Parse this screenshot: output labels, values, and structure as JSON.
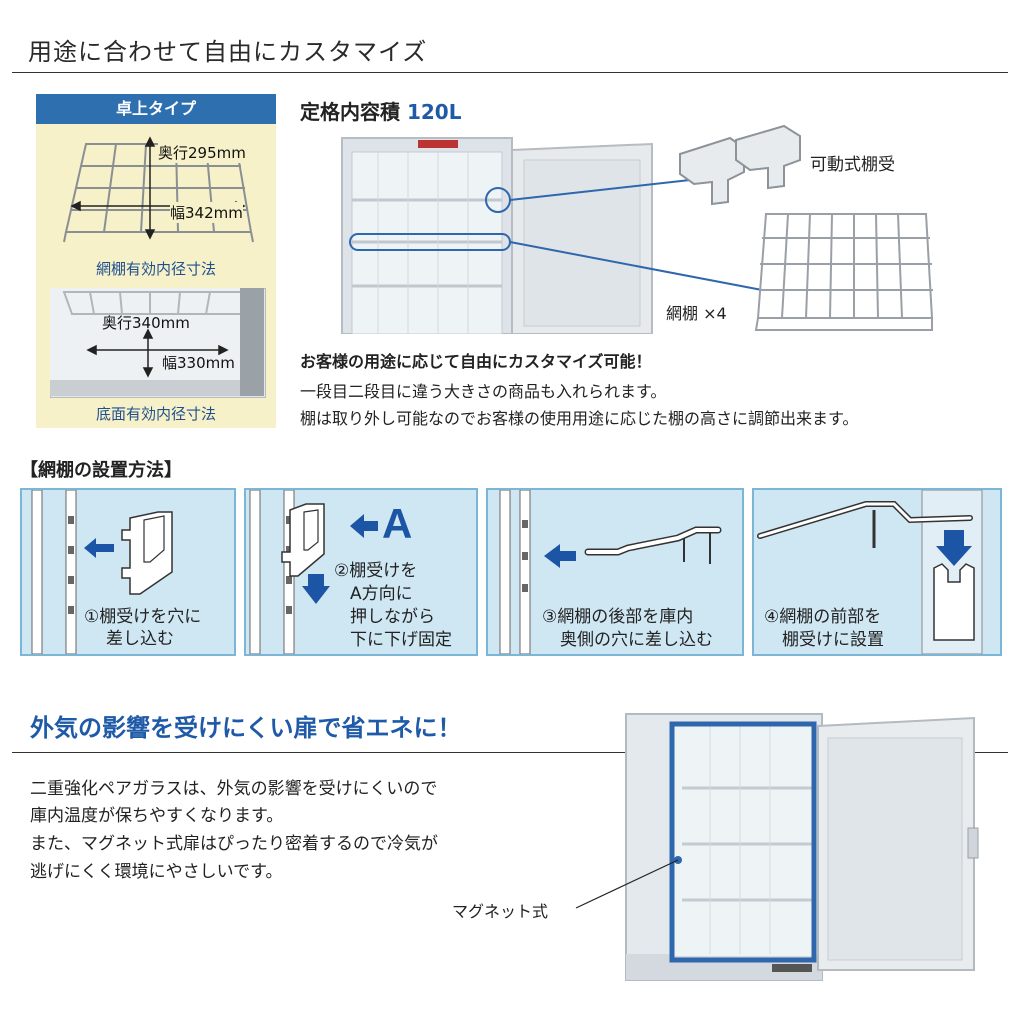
{
  "header": {
    "title": "用途に合わせて自由にカスタマイズ"
  },
  "dimensions": {
    "tab_label": "卓上タイプ",
    "shelf": {
      "depth": "奥行295mm",
      "width": "幅342mm",
      "caption": "網棚有効内径寸法"
    },
    "bottom": {
      "depth": "奥行340mm",
      "width": "幅330mm",
      "caption": "底面有効内径寸法"
    }
  },
  "capacity": {
    "label": "定格内容積",
    "value": "120L"
  },
  "callouts": {
    "movable_bracket": "可動式棚受",
    "shelf_count": "網棚 ×4"
  },
  "customize": {
    "headline": "お客様の用途に応じて自由にカスタマイズ可能！",
    "line1": "一段目二段目に違う大きさの商品も入れられます。",
    "line2": "棚は取り外し可能なのでお客様の使用用途に応じた棚の高さに調節出来ます。"
  },
  "install": {
    "title": "【網棚の設置方法】",
    "steps": [
      {
        "lines": [
          "①棚受けを穴に",
          "差し込む"
        ]
      },
      {
        "lines": [
          "②棚受けを",
          "A方向に",
          "押しながら",
          "下に下げ固定"
        ],
        "marker": "A"
      },
      {
        "lines": [
          "③網棚の後部を庫内",
          "奥側の穴に差し込む"
        ]
      },
      {
        "lines": [
          "④網棚の前部を",
          "棚受けに設置"
        ]
      }
    ]
  },
  "energy": {
    "title": "外気の影響を受けにくい扉で省エネに！",
    "line1": "二重強化ペアガラスは、外気の影響を受けにくいので",
    "line2": "庫内温度が保ちやすくなります。",
    "line3": "また、マグネット式扉はぴったり密着するので冷気が",
    "line4": "逃げにくく環境にやさしいです。",
    "callout": "マグネット式"
  },
  "colors": {
    "accent_blue": "#1e5aa8",
    "tab_blue": "#2e6fb0",
    "panel_yellow": "#f6f1c8",
    "step_bg": "#cfe6f3",
    "arrow_blue": "#1d55a6"
  }
}
